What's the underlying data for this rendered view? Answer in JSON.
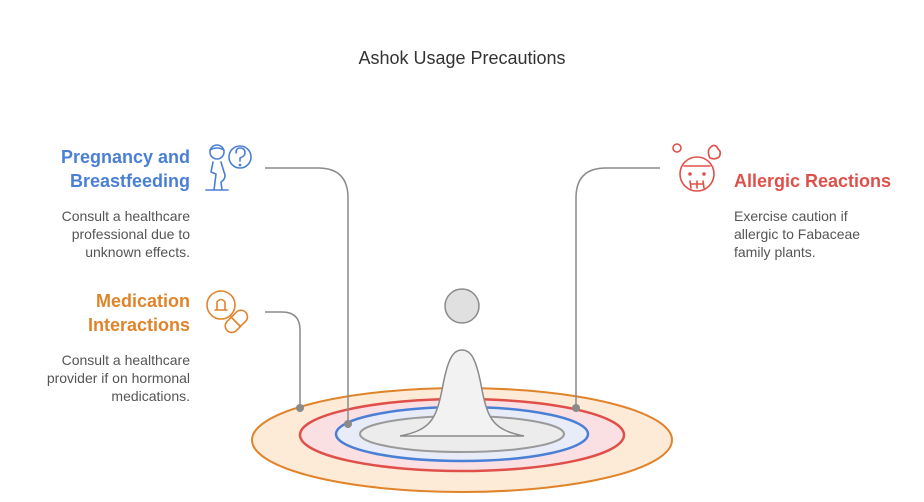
{
  "title": "Ashok Usage Precautions",
  "items": [
    {
      "heading_lines": [
        "Pregnancy and",
        "Breastfeeding"
      ],
      "desc_lines": [
        "Consult a healthcare",
        "professional due to",
        "unknown effects."
      ],
      "color": "#4a7fd6",
      "icon": "pregnant-woman-question-icon"
    },
    {
      "heading_lines": [
        "Medication",
        "Interactions"
      ],
      "desc_lines": [
        "Consult a healthcare",
        "provider if on hormonal",
        "medications."
      ],
      "color": "#e0842b",
      "icon": "medication-pills-icon"
    },
    {
      "heading_lines": [
        "Allergic Reactions"
      ],
      "desc_lines": [
        "Exercise caution if",
        "allergic to Fabaceae",
        "family plants."
      ],
      "color": "#e0504a",
      "icon": "allergic-face-icon"
    }
  ]
}
